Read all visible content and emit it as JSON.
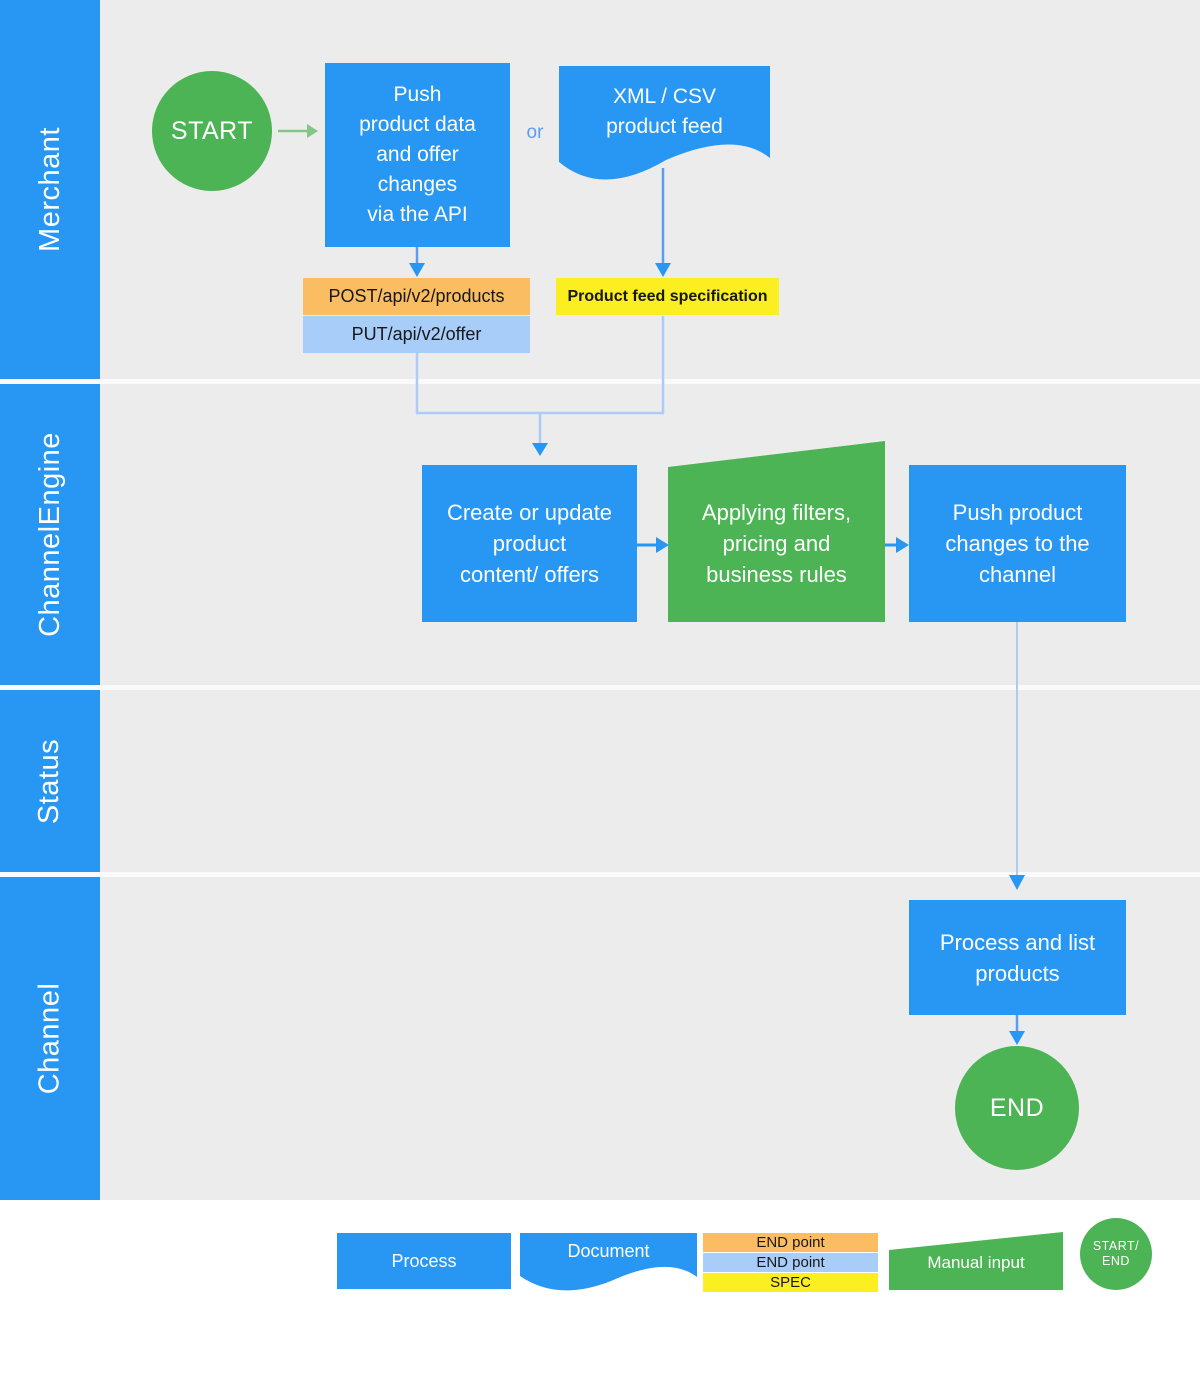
{
  "lanes": [
    {
      "label": "Merchant"
    },
    {
      "label": "ChannelEngine"
    },
    {
      "label": "Status"
    },
    {
      "label": "Channel"
    }
  ],
  "nodes": {
    "start": "START",
    "push_api": "Push\nproduct data\nand offer\nchanges\nvia the API",
    "or": "or",
    "feed_doc": "XML / CSV\nproduct feed",
    "endpoint_post": "POST/api/v2/products",
    "endpoint_put": "PUT/api/v2/offer",
    "feed_spec": "Product feed specification",
    "create_update": "Create or update\nproduct\ncontent/ offers",
    "apply_filters": "Applying filters,\npricing and\nbusiness rules",
    "push_channel": "Push product\nchanges to the\nchannel",
    "process_list": "Process and list\nproducts",
    "end": "END"
  },
  "legend": {
    "process": "Process",
    "document": "Document",
    "endpoint_orange": "END point",
    "endpoint_blue": "END point",
    "spec": "SPEC",
    "manual_input": "Manual input",
    "start_end": "START/\nEND"
  },
  "colors": {
    "blue": "#2797F3",
    "green": "#4CB454",
    "green_light": "#82C785",
    "bg_gray": "#ECECEC",
    "divider": "#FAFAFA",
    "orange": "#FBBD62",
    "light_blue": "#A7CDF8",
    "yellow": "#FBEE21",
    "or_blue": "#5E9AF7",
    "arrow_blue": "#5E9CF0",
    "pale_blue": "#AECBF7",
    "bright_blue": "#2797F3",
    "text_dark": "#17181A"
  }
}
